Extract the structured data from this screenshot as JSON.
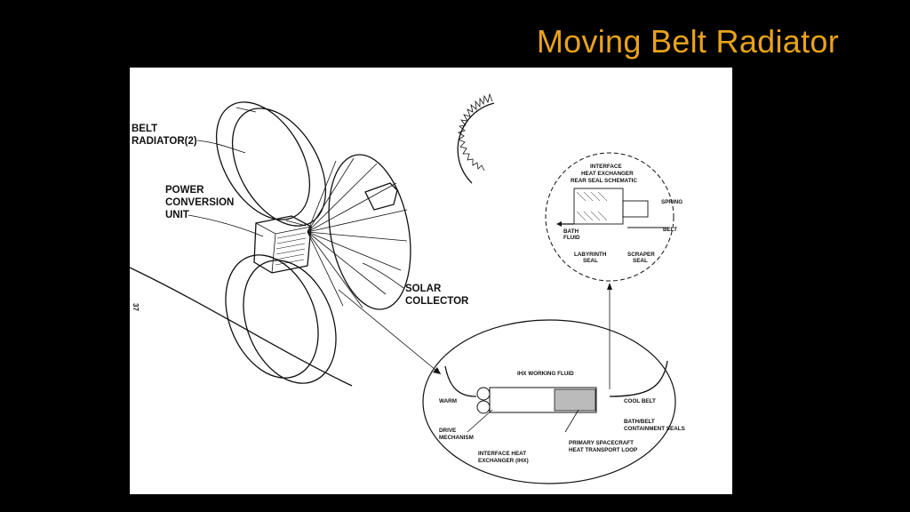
{
  "slide": {
    "title": "Moving Belt Radiator",
    "accent_color": "#e8a21c",
    "background": "#000000"
  },
  "figure": {
    "page_number": "37",
    "labels": {
      "belt_radiator_1": "BELT",
      "belt_radiator_2": "RADIATOR(2)",
      "power_1": "POWER",
      "power_2": "CONVERSION",
      "power_3": "UNIT",
      "solar_1": "SOLAR",
      "solar_2": "COLLECTOR"
    },
    "seal_schematic": {
      "title_1": "INTERFACE",
      "title_2": "HEAT EXCHANGER",
      "title_3": "REAR SEAL SCHEMATIC",
      "spring": "SPRING",
      "bath_1": "BATH",
      "bath_2": "FLUID",
      "belt": "BELT",
      "labyrinth_1": "LABYRINTH",
      "labyrinth_2": "SEAL",
      "scraper_1": "SCRAPER",
      "scraper_2": "SEAL"
    },
    "detail": {
      "ihx_fluid": "IHX WORKING FLUID",
      "warm": "WARM",
      "cool_belt": "COOL BELT",
      "drive_1": "DRIVE",
      "drive_2": "MECHANISM",
      "bath_belt_1": "BATH/BELT",
      "bath_belt_2": "CONTAINMENT SEALS",
      "ihx_1": "INTERFACE HEAT",
      "ihx_2": "EXCHANGER (IHX)",
      "primary_1": "PRIMARY SPACECRAFT",
      "primary_2": "HEAT TRANSPORT LOOP"
    }
  }
}
